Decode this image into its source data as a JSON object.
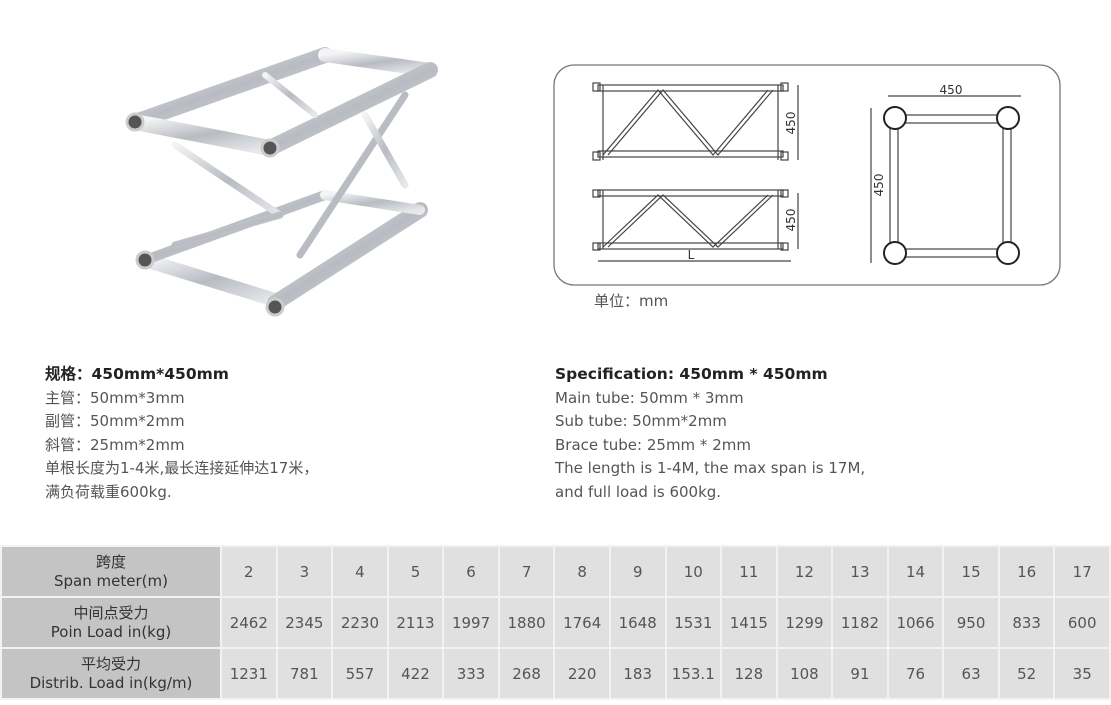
{
  "diagram": {
    "dim_width": "450",
    "dim_height": "450",
    "dim_length": "L",
    "unit": "单位：mm"
  },
  "spec_cn": {
    "title": "规格：450mm*450mm",
    "lines": [
      "主管：50mm*3mm",
      "副管：50mm*2mm",
      "斜管：25mm*2mm",
      "单根长度为1-4米,最长连接延伸达17米，",
      "满负荷载重600kg."
    ]
  },
  "spec_en": {
    "title": "Specification: 450mm * 450mm",
    "lines": [
      "Main tube: 50mm * 3mm",
      "Sub tube: 50mm*2mm",
      "Brace tube: 25mm * 2mm",
      "The length is 1-4M, the max span is 17M,",
      "and full load is 600kg."
    ]
  },
  "table": {
    "rows": [
      {
        "label_cn": "跨度",
        "label_en": "Span meter(m)",
        "values": [
          "2",
          "3",
          "4",
          "5",
          "6",
          "7",
          "8",
          "9",
          "10",
          "11",
          "12",
          "13",
          "14",
          "15",
          "16",
          "17"
        ]
      },
      {
        "label_cn": "中间点受力",
        "label_en": "Poin Load in(kg)",
        "values": [
          "2462",
          "2345",
          "2230",
          "2113",
          "1997",
          "1880",
          "1764",
          "1648",
          "1531",
          "1415",
          "1299",
          "1182",
          "1066",
          "950",
          "833",
          "600"
        ]
      },
      {
        "label_cn": "平均受力",
        "label_en": "Distrib. Load in(kg/m)",
        "values": [
          "1231",
          "781",
          "557",
          "422",
          "333",
          "268",
          "220",
          "183",
          "153.1",
          "128",
          "108",
          "91",
          "76",
          "63",
          "52",
          "35"
        ]
      }
    ]
  }
}
